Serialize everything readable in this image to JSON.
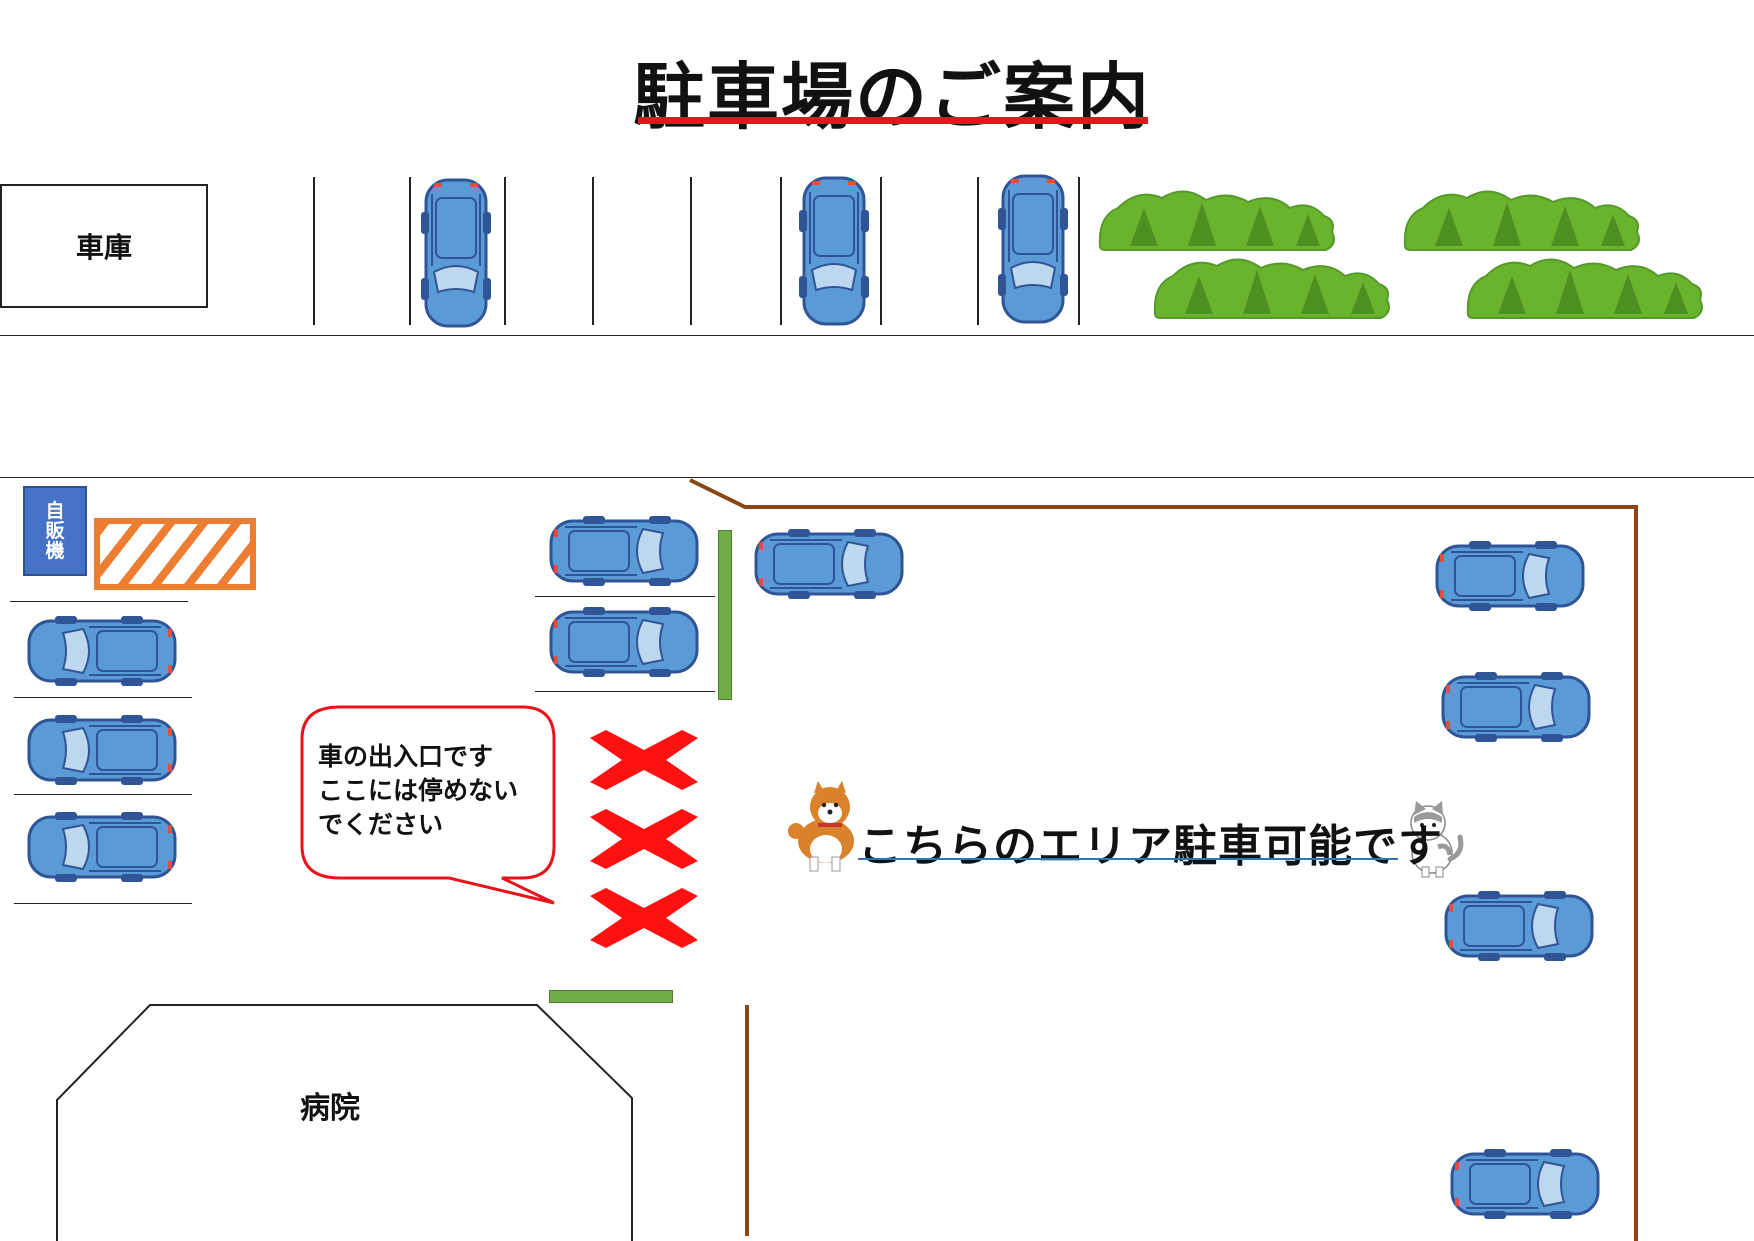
{
  "title": "駐車場のご案内",
  "garage_label": "車庫",
  "vending_label": [
    "自",
    "販",
    "機"
  ],
  "bubble_lines": [
    "車の出入口です",
    "ここには停めない",
    "でください"
  ],
  "area_label": "こちらのエリア駐車可能です",
  "hospital_label": "病院",
  "colors": {
    "title_underline": "#e8141b",
    "car_body": "#5b9bd5",
    "hatch": "#ed7d31",
    "green_bar": "#70ad47",
    "fence": "#8b4513",
    "no_parking_x": "#ff1111",
    "bubble_border": "#e8141b",
    "hedge": "#6ab42d",
    "vending": "#4472c4"
  },
  "icons": {
    "car": "car-topview-icon",
    "hedge": "hedge-icon",
    "cross": "no-parking-cross-icon",
    "dog": "dog-icon",
    "cat": "cat-icon"
  }
}
